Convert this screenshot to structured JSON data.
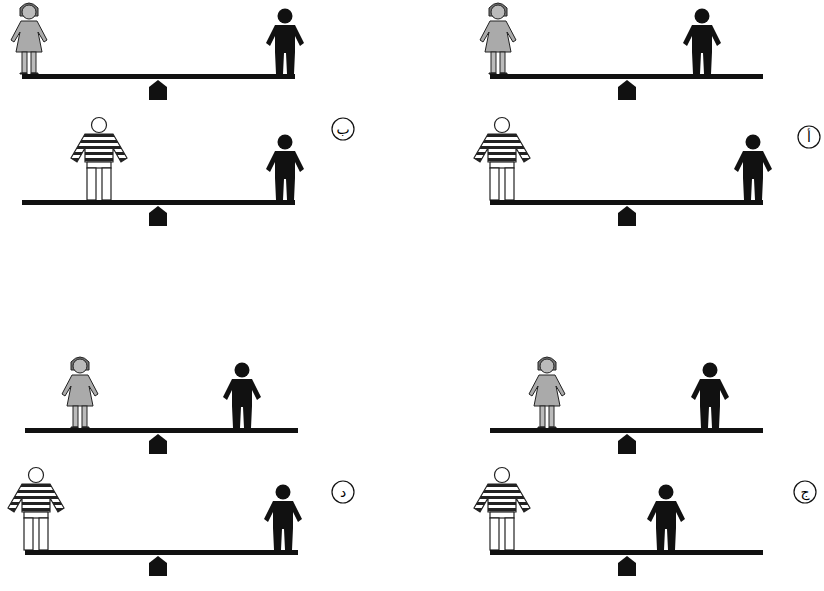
{
  "diagram": {
    "nodes": [
      {
        "text": [
          "أ"
        ]
      },
      {
        "text": [
          "ب"
        ]
      },
      {
        "text": [
          "ج"
        ]
      },
      {
        "text": [
          "د"
        ]
      }
    ]
  }
}
